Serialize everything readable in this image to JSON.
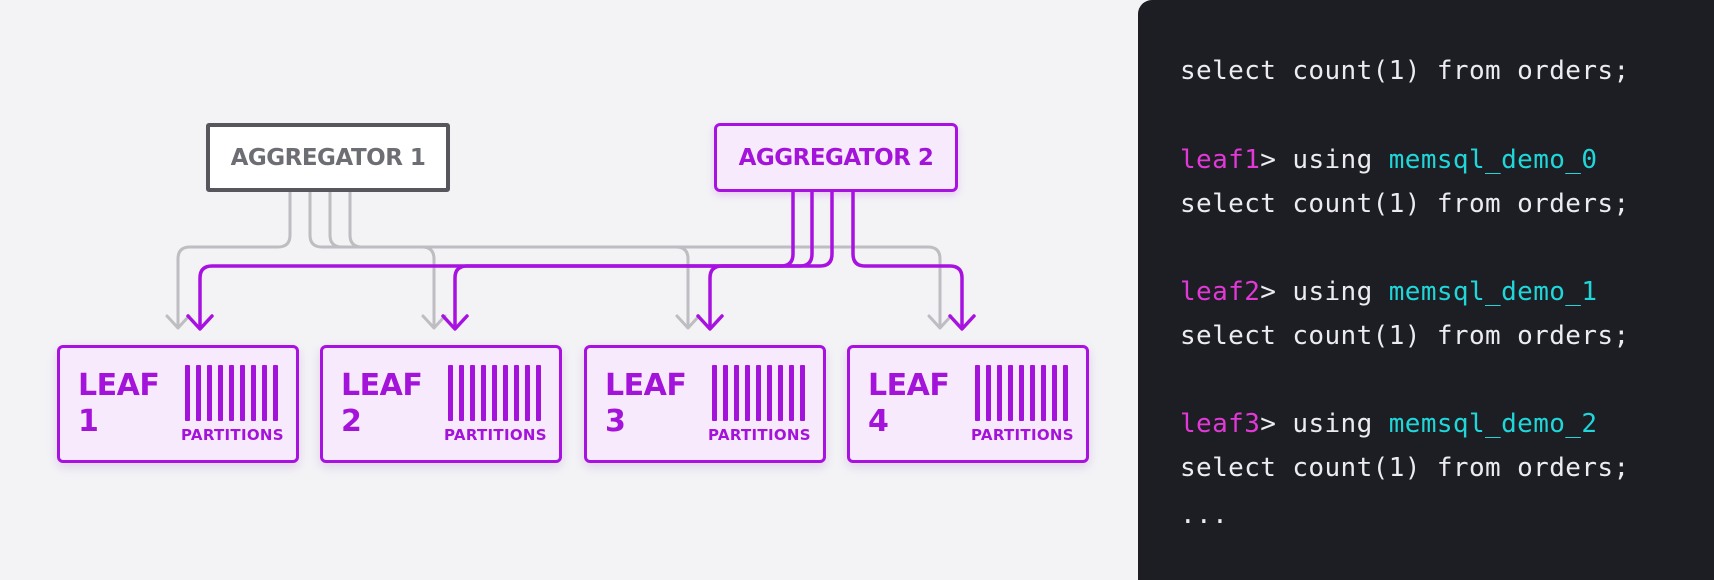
{
  "aggregators": [
    {
      "label": "AGGREGATOR 1",
      "color": "#56565c"
    },
    {
      "label": "AGGREGATOR 2",
      "color": "#a812e0"
    }
  ],
  "leaves": [
    {
      "name": "LEAF",
      "number": "1",
      "partitions_label": "PARTITIONS"
    },
    {
      "name": "LEAF",
      "number": "2",
      "partitions_label": "PARTITIONS"
    },
    {
      "name": "LEAF",
      "number": "3",
      "partitions_label": "PARTITIONS"
    },
    {
      "name": "LEAF",
      "number": "4",
      "partitions_label": "PARTITIONS"
    }
  ],
  "code": {
    "query": "select count(1) from orders;",
    "blocks": [
      {
        "prompt": "leaf1",
        "command": "> using ",
        "database": "memsql_demo_0",
        "query": "select count(1) from orders;"
      },
      {
        "prompt": "leaf2",
        "command": "> using ",
        "database": "memsql_demo_1",
        "query": "select count(1) from orders;"
      },
      {
        "prompt": "leaf3",
        "command": "> using ",
        "database": "memsql_demo_2",
        "query": "select count(1) from orders;"
      }
    ],
    "ellipsis": "..."
  },
  "colors": {
    "accent_purple": "#a812e0",
    "gray_line": "#bdbdc2",
    "code_bg": "#1d1e24",
    "prompt_magenta": "#e238d8",
    "database_cyan": "#1fd6d9"
  }
}
